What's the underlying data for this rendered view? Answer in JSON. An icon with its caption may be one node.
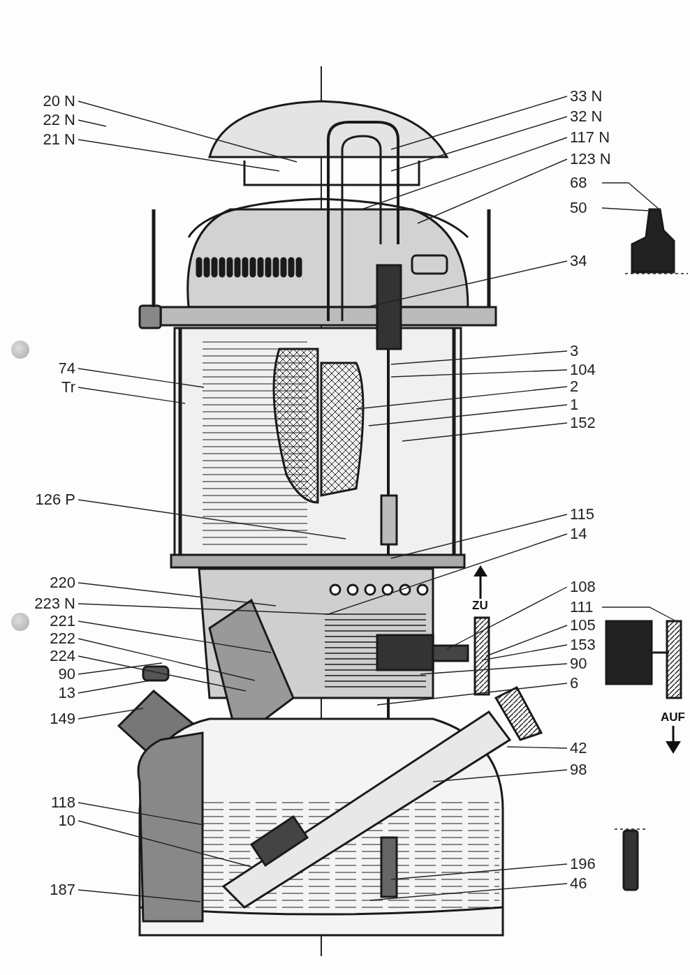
{
  "diagram": {
    "nodes": [
      {
        "text": [
          "20 N"
        ]
      },
      {
        "text": [
          "22 N"
        ]
      },
      {
        "text": [
          "21 N"
        ]
      },
      {
        "text": [
          "74"
        ]
      },
      {
        "text": [
          "Tr"
        ]
      },
      {
        "text": [
          "126 P"
        ]
      },
      {
        "text": [
          "220"
        ]
      },
      {
        "text": [
          "223 N"
        ]
      },
      {
        "text": [
          "221"
        ]
      },
      {
        "text": [
          "222"
        ]
      },
      {
        "text": [
          "224"
        ]
      },
      {
        "text": [
          "90"
        ]
      },
      {
        "text": [
          "13"
        ]
      },
      {
        "text": [
          "149"
        ]
      },
      {
        "text": [
          "118"
        ]
      },
      {
        "text": [
          "10"
        ]
      },
      {
        "text": [
          "187"
        ]
      },
      {
        "text": [
          "33 N"
        ]
      },
      {
        "text": [
          "32 N"
        ]
      },
      {
        "text": [
          "117 N"
        ]
      },
      {
        "text": [
          "123 N"
        ]
      },
      {
        "text": [
          "68"
        ]
      },
      {
        "text": [
          "50"
        ]
      },
      {
        "text": [
          "34"
        ]
      },
      {
        "text": [
          "3"
        ]
      },
      {
        "text": [
          "104"
        ]
      },
      {
        "text": [
          "2"
        ]
      },
      {
        "text": [
          "1"
        ]
      },
      {
        "text": [
          "152"
        ]
      },
      {
        "text": [
          "115"
        ]
      },
      {
        "text": [
          "14"
        ]
      },
      {
        "text": [
          "108"
        ]
      },
      {
        "text": [
          "111"
        ]
      },
      {
        "text": [
          "105"
        ]
      },
      {
        "text": [
          "153"
        ]
      },
      {
        "text": [
          "90"
        ]
      },
      {
        "text": [
          "6"
        ]
      },
      {
        "text": [
          "42"
        ]
      },
      {
        "text": [
          "98"
        ]
      },
      {
        "text": [
          "196"
        ]
      },
      {
        "text": [
          "46"
        ]
      }
    ],
    "edges": [
      {
        "from": 0,
        "to": null,
        "arrow": "none"
      },
      {
        "from": 1,
        "to": null,
        "arrow": "none"
      },
      {
        "from": 2,
        "to": null,
        "arrow": "none"
      },
      {
        "from": 3,
        "to": null,
        "arrow": "none"
      },
      {
        "from": 4,
        "to": null,
        "arrow": "none"
      },
      {
        "from": 5,
        "to": null,
        "arrow": "none"
      },
      {
        "from": 6,
        "to": null,
        "arrow": "none"
      },
      {
        "from": 7,
        "to": null,
        "arrow": "none"
      },
      {
        "from": 8,
        "to": null,
        "arrow": "none"
      },
      {
        "from": 9,
        "to": null,
        "arrow": "none"
      },
      {
        "from": 10,
        "to": null,
        "arrow": "none"
      },
      {
        "from": 11,
        "to": null,
        "arrow": "none"
      },
      {
        "from": 12,
        "to": null,
        "arrow": "none"
      },
      {
        "from": 13,
        "to": null,
        "arrow": "none"
      },
      {
        "from": 14,
        "to": null,
        "arrow": "none"
      },
      {
        "from": 15,
        "to": null,
        "arrow": "none"
      },
      {
        "from": 16,
        "to": null,
        "arrow": "none"
      },
      {
        "from": 17,
        "to": null,
        "arrow": "none"
      },
      {
        "from": 18,
        "to": null,
        "arrow": "none"
      },
      {
        "from": 19,
        "to": null,
        "arrow": "none"
      },
      {
        "from": 20,
        "to": null,
        "arrow": "none"
      },
      {
        "from": 21,
        "to": null,
        "arrow": "none"
      },
      {
        "from": 22,
        "to": null,
        "arrow": "none"
      },
      {
        "from": 23,
        "to": null,
        "arrow": "none"
      },
      {
        "from": 24,
        "to": null,
        "arrow": "none"
      },
      {
        "from": 25,
        "to": null,
        "arrow": "none"
      },
      {
        "from": 26,
        "to": null,
        "arrow": "none"
      },
      {
        "from": 27,
        "to": null,
        "arrow": "none"
      },
      {
        "from": 28,
        "to": null,
        "arrow": "none"
      },
      {
        "from": 29,
        "to": null,
        "arrow": "none"
      },
      {
        "from": 30,
        "to": null,
        "arrow": "none"
      },
      {
        "from": 31,
        "to": null,
        "arrow": "none"
      },
      {
        "from": 32,
        "to": null,
        "arrow": "none"
      },
      {
        "from": 33,
        "to": null,
        "arrow": "none"
      },
      {
        "from": 34,
        "to": null,
        "arrow": "none"
      },
      {
        "from": 35,
        "to": null,
        "arrow": "none"
      },
      {
        "from": 36,
        "to": null,
        "arrow": "none"
      },
      {
        "from": 37,
        "to": null,
        "arrow": "none"
      },
      {
        "from": 38,
        "to": null,
        "arrow": "none"
      },
      {
        "from": 39,
        "to": null,
        "arrow": "none"
      },
      {
        "from": 40,
        "to": null,
        "arrow": "none"
      }
    ],
    "labels": [
      "ZU",
      "AUF"
    ]
  }
}
